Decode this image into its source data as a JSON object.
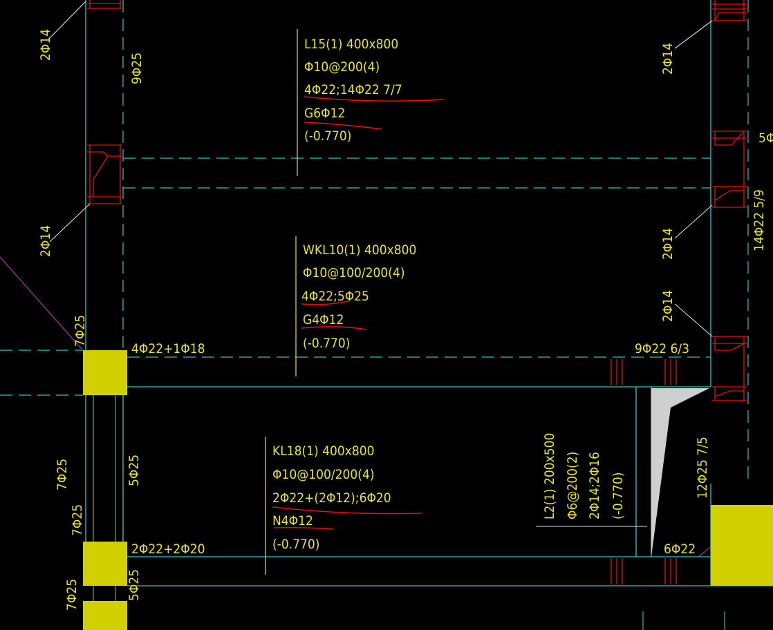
{
  "drawing": {
    "beams": {
      "l15": {
        "name": "L15(1) 400x800",
        "stirrup": "Φ10@200(4)",
        "rebar": "4Φ22;14Φ22 7/7",
        "side": "G6Φ12",
        "elevation": "(-0.770)"
      },
      "wkl10": {
        "name": "WKL10(1) 400x800",
        "stirrup": "Φ10@100/200(4)",
        "rebar": "4Φ22;5Φ25",
        "side": "G4Φ12",
        "elevation": "(-0.770)"
      },
      "kl18": {
        "name": "KL18(1) 400x800",
        "stirrup": "Φ10@100/200(4)",
        "rebar": "2Φ22+(2Φ12);6Φ20",
        "side": "N4Φ12",
        "elevation": "(-0.770)"
      },
      "l2": {
        "name": "L2(1) 200x500",
        "stirrup": "Φ6@200(2)",
        "rebar": "2Φ14;2Φ16",
        "elevation": "(-0.770)"
      }
    },
    "labels": {
      "top_left_2phi14": "2Φ14",
      "left_9phi25": "9Φ25",
      "mid_left_2phi14": "2Φ14",
      "left_7phi25_upper": "7Φ25",
      "support_4phi22_1phi18": "4Φ22+1Φ18",
      "left_7phi25_mid": "7Φ25",
      "left_5phi25": "5Φ25",
      "left_7phi25_lower": "7Φ25",
      "support_2phi22_2phi20": "2Φ22+2Φ20",
      "left_7phi25_bottom": "7Φ25",
      "left_5phi25_bottom": "5Φ25",
      "right_2phi14_top": "2Φ14",
      "right_5phi_partial": "5Φ",
      "right_14phi22": "14Φ22 5/9",
      "right_2phi14_mid": "2Φ14",
      "right_2phi14_lower": "2Φ14",
      "support_9phi22": "9Φ22 6/3",
      "right_12phi25": "12Φ25 7/5",
      "support_6phi22": "6Φ22"
    },
    "colors": {
      "background": "#000000",
      "axis_lines": "#31c6c8",
      "rebar_marks": "#e81010",
      "annotation_text": "#e6e23c",
      "columns": "#d3d000"
    }
  }
}
